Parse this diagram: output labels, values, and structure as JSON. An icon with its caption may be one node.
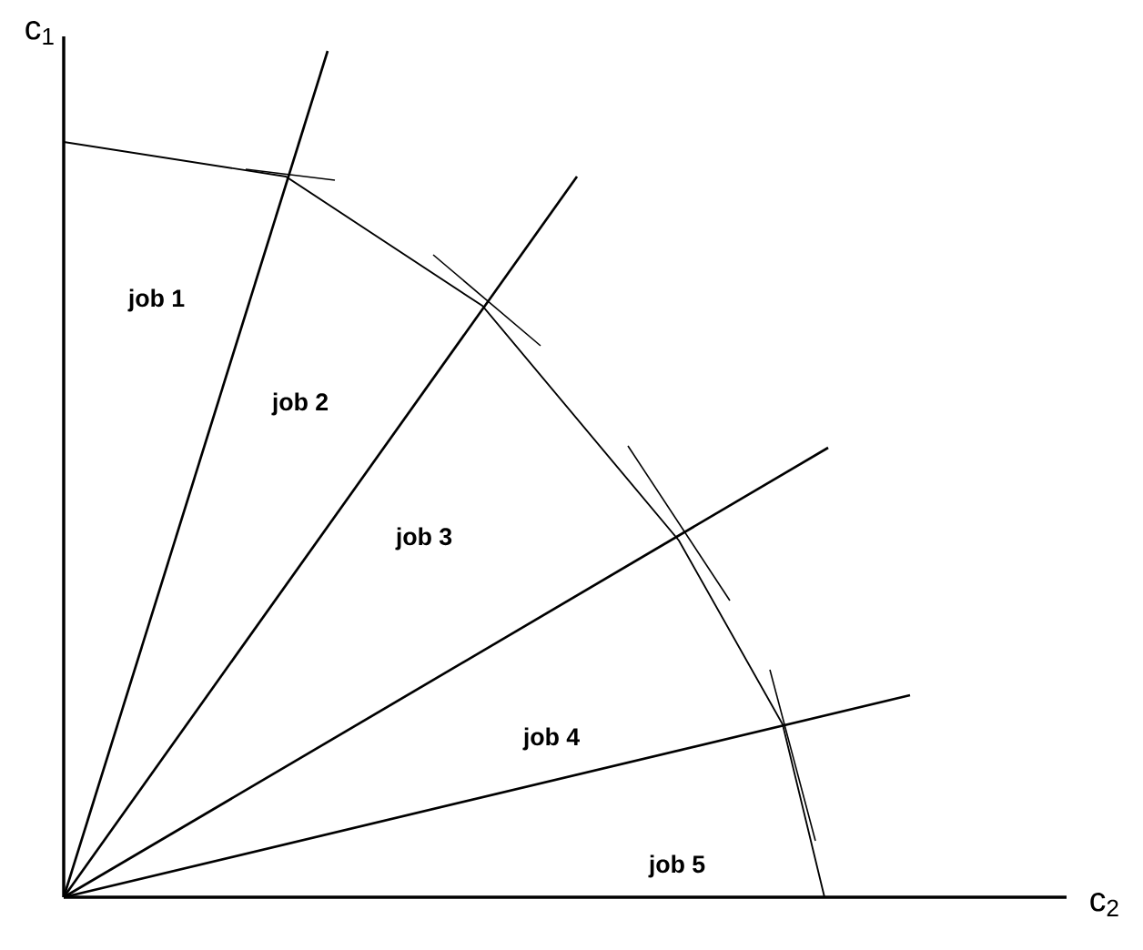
{
  "diagram": {
    "labels": [
      "c$_{1}$",
      "job 1",
      "job 2",
      "job 3",
      "job 4",
      "job 5",
      "c$_{2}$"
    ]
  }
}
